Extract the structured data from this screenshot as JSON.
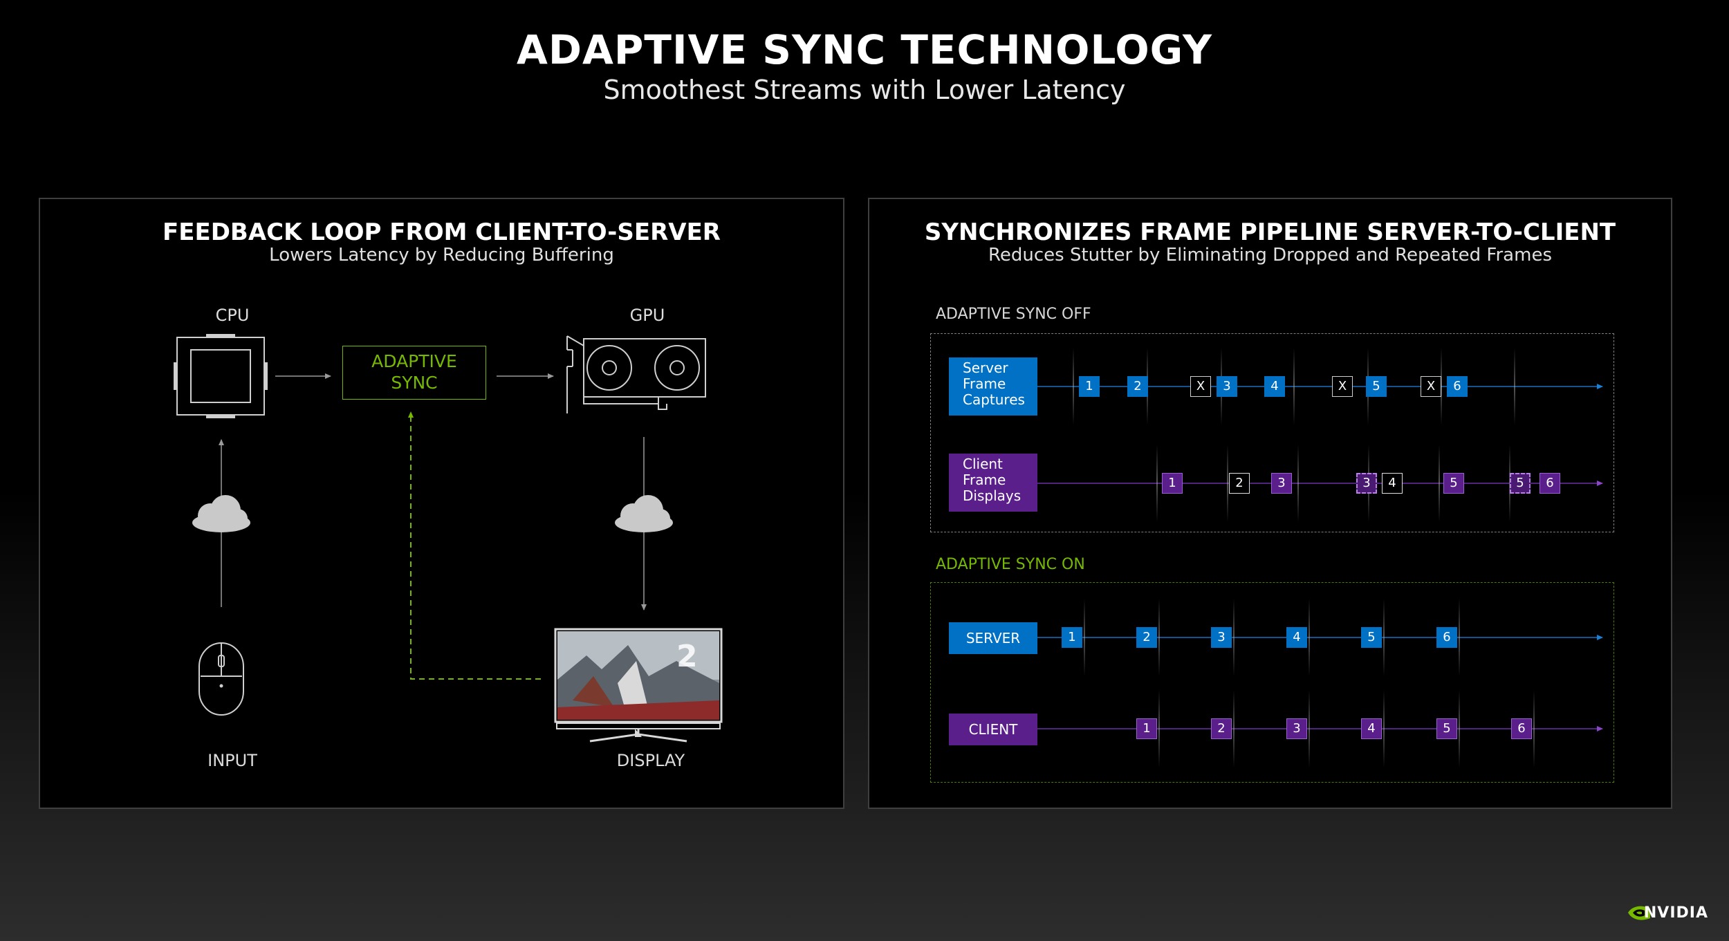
{
  "header": {
    "title": "ADAPTIVE SYNC TECHNOLOGY",
    "subtitle": "Smoothest Streams with Lower Latency"
  },
  "left_panel": {
    "title": "FEEDBACK LOOP FROM CLIENT-TO-SERVER",
    "subtitle": "Lowers Latency by Reducing Buffering",
    "cpu_label": "CPU",
    "gpu_label": "GPU",
    "adaptive_sync_line1": "ADAPTIVE",
    "adaptive_sync_line2": "SYNC",
    "input_label": "INPUT",
    "display_label": "DISPLAY",
    "display_screen_number": "2"
  },
  "right_panel": {
    "title": "SYNCHRONIZES FRAME PIPELINE SERVER-TO-CLIENT",
    "subtitle": "Reduces Stutter by Eliminating Dropped and Repeated Frames",
    "off_section": {
      "label": "ADAPTIVE SYNC OFF",
      "server_label": [
        "Server",
        "Frame",
        "Captures"
      ],
      "client_label": [
        "Client",
        "Frame",
        "Displays"
      ],
      "server_frames": [
        "1",
        "2",
        "X",
        "3",
        "4",
        "X",
        "5",
        "X",
        "6"
      ],
      "client_frames": [
        "1",
        "2",
        "3",
        "3",
        "4",
        "5",
        "5",
        "6"
      ]
    },
    "on_section": {
      "label": "ADAPTIVE SYNC ON",
      "server_label": "SERVER",
      "client_label": "CLIENT",
      "server_frames": [
        "1",
        "2",
        "3",
        "4",
        "5",
        "6"
      ],
      "client_frames": [
        "1",
        "2",
        "3",
        "4",
        "5",
        "6"
      ]
    }
  },
  "brand": {
    "name": "NVIDIA"
  },
  "colors": {
    "nvidia_green": "#76b900",
    "server_blue": "#0071c5",
    "client_purple": "#5b1f8c"
  }
}
